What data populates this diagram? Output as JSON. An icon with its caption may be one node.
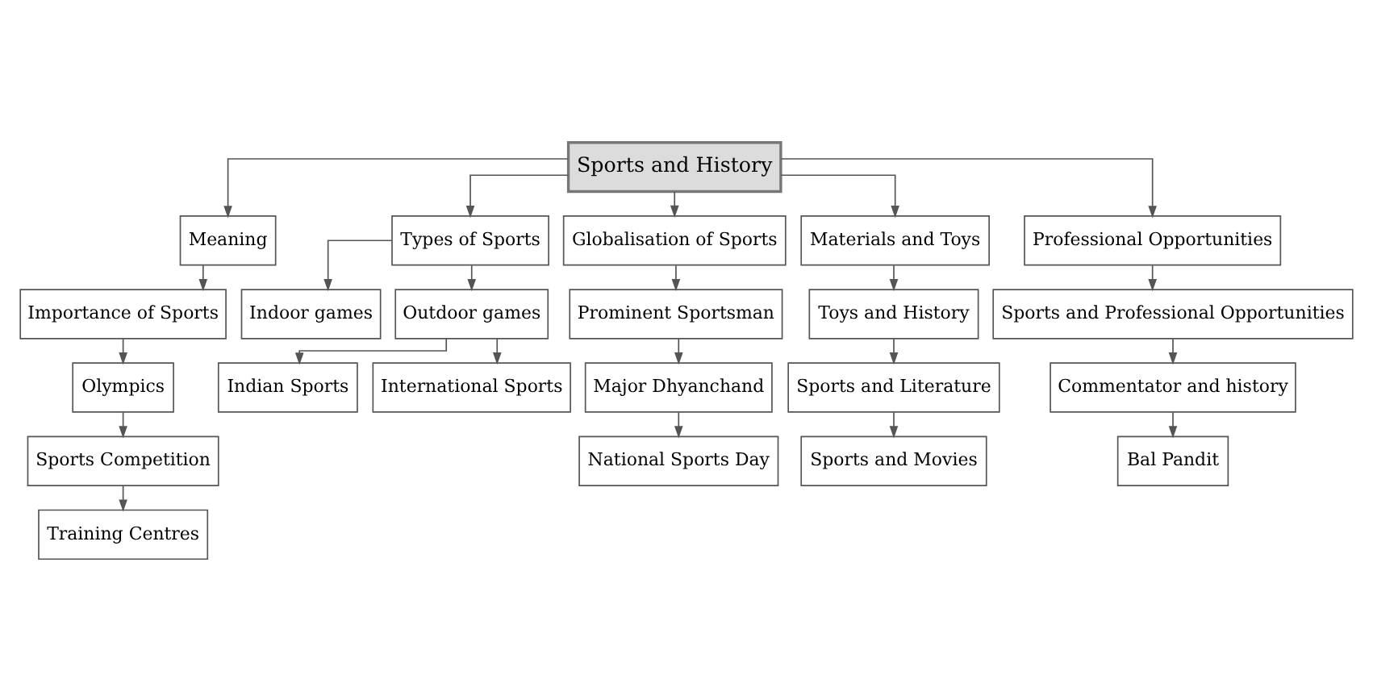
{
  "diagram": {
    "nodes": [
      {
        "text": [
          "Sports and History"
        ]
      },
      {
        "text": [
          "Meaning"
        ]
      },
      {
        "text": [
          "Types of Sports"
        ]
      },
      {
        "text": [
          "Globalisation of Sports"
        ]
      },
      {
        "text": [
          "Materials and Toys"
        ]
      },
      {
        "text": [
          "Professional Opportunities"
        ]
      },
      {
        "text": [
          "Importance of Sports"
        ]
      },
      {
        "text": [
          "Olympics"
        ]
      },
      {
        "text": [
          "Sports Competition"
        ]
      },
      {
        "text": [
          "Training Centres"
        ]
      },
      {
        "text": [
          "Indoor games"
        ]
      },
      {
        "text": [
          "Outdoor games"
        ]
      },
      {
        "text": [
          "Indian Sports"
        ]
      },
      {
        "text": [
          "International Sports"
        ]
      },
      {
        "text": [
          "Prominent Sportsman"
        ]
      },
      {
        "text": [
          "Major Dhyanchand"
        ]
      },
      {
        "text": [
          "National Sports Day"
        ]
      },
      {
        "text": [
          "Toys and History"
        ]
      },
      {
        "text": [
          "Sports and Literature"
        ]
      },
      {
        "text": [
          "Sports and Movies"
        ]
      },
      {
        "text": [
          "Sports and Professional Opportunities"
        ]
      },
      {
        "text": [
          "Commentator and history"
        ]
      },
      {
        "text": [
          "Bal Pandit"
        ]
      }
    ],
    "edges": [
      {
        "from": 0,
        "to": 1,
        "arrow": "to"
      },
      {
        "from": 0,
        "to": 2,
        "arrow": "to"
      },
      {
        "from": 0,
        "to": 3,
        "arrow": "to"
      },
      {
        "from": 0,
        "to": 4,
        "arrow": "to"
      },
      {
        "from": 0,
        "to": 5,
        "arrow": "to"
      },
      {
        "from": 1,
        "to": 6,
        "arrow": "to"
      },
      {
        "from": 6,
        "to": 7,
        "arrow": "to"
      },
      {
        "from": 7,
        "to": 8,
        "arrow": "to"
      },
      {
        "from": 8,
        "to": 9,
        "arrow": "to"
      },
      {
        "from": 2,
        "to": 10,
        "arrow": "to"
      },
      {
        "from": 2,
        "to": 11,
        "arrow": "to"
      },
      {
        "from": 11,
        "to": 12,
        "arrow": "to"
      },
      {
        "from": 11,
        "to": 13,
        "arrow": "to"
      },
      {
        "from": 3,
        "to": 14,
        "arrow": "to"
      },
      {
        "from": 14,
        "to": 15,
        "arrow": "to"
      },
      {
        "from": 15,
        "to": 16,
        "arrow": "to"
      },
      {
        "from": 4,
        "to": 17,
        "arrow": "to"
      },
      {
        "from": 17,
        "to": 18,
        "arrow": "to"
      },
      {
        "from": 18,
        "to": 19,
        "arrow": "to"
      },
      {
        "from": 5,
        "to": 20,
        "arrow": "to"
      },
      {
        "from": 20,
        "to": 21,
        "arrow": "to"
      },
      {
        "from": 21,
        "to": 22,
        "arrow": "to"
      }
    ]
  }
}
